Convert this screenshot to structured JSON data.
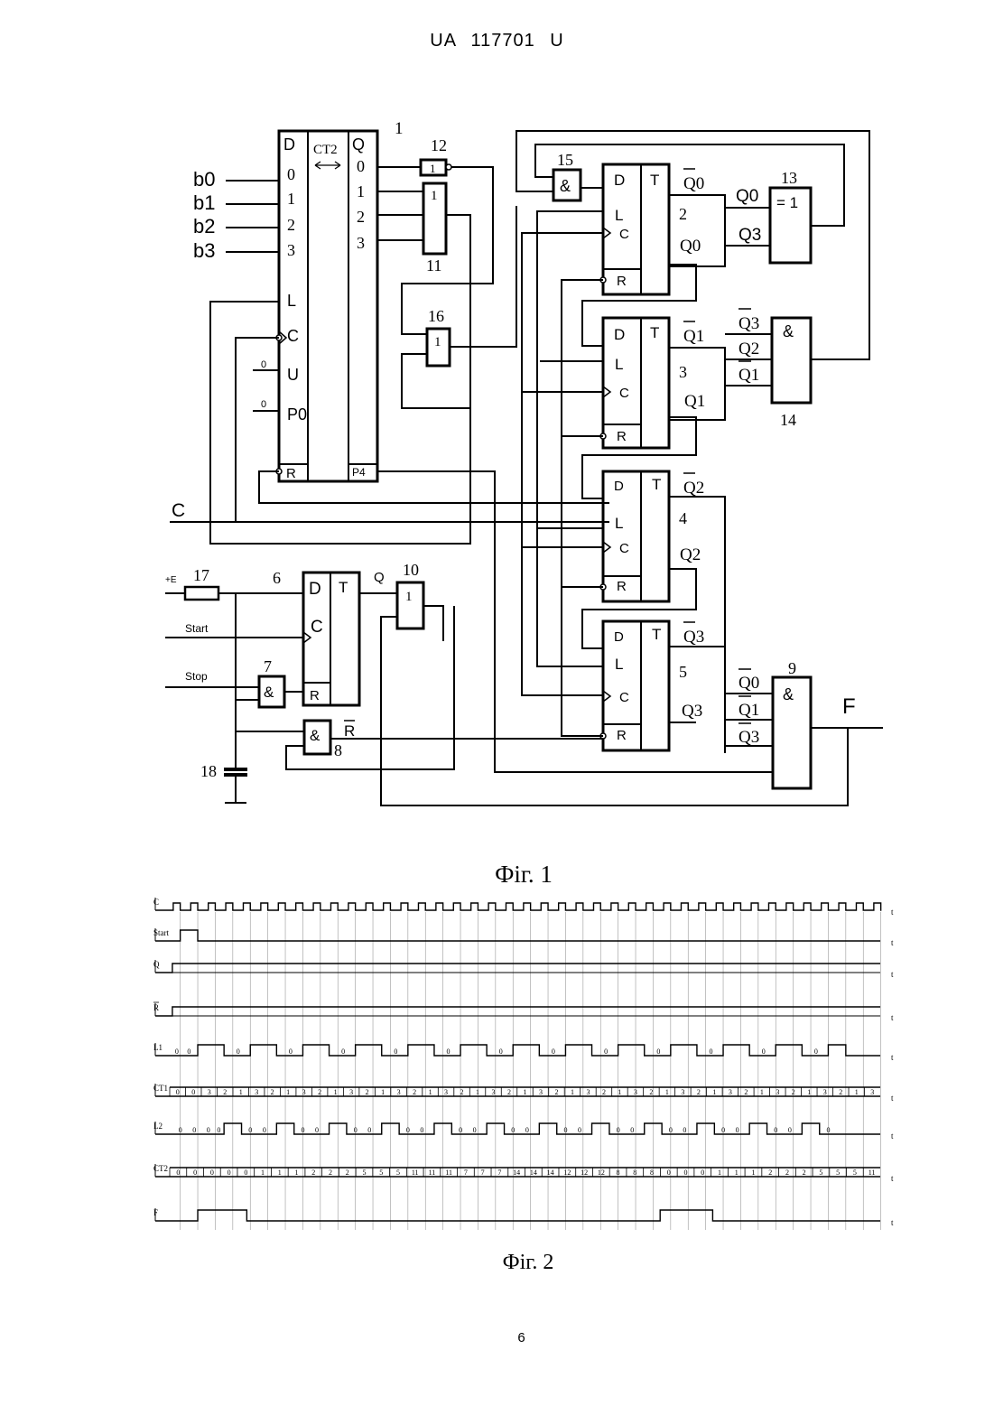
{
  "header": {
    "doc_number": "UA   117701   U"
  },
  "figure1": {
    "caption": "Фіг. 1",
    "blocks": {
      "b1": {
        "num": "1",
        "title": "CT2",
        "col_d": "D",
        "col_q": "Q",
        "in_pins": [
          "0",
          "1",
          "2",
          "3",
          "L",
          "C",
          "U",
          "P0",
          "R"
        ],
        "out_pins": [
          "0",
          "1",
          "2",
          "3",
          "P4"
        ]
      },
      "b2": {
        "num": "2"
      },
      "b3": {
        "num": "3"
      },
      "b4": {
        "num": "4"
      },
      "b5": {
        "num": "5"
      },
      "b6": {
        "num": "6"
      },
      "b7": {
        "num": "7"
      },
      "b8": {
        "num": "8"
      },
      "b9": {
        "num": "9"
      },
      "b10": {
        "num": "10"
      },
      "b11": {
        "num": "11"
      },
      "b12": {
        "num": "12"
      },
      "b13": {
        "num": "13"
      },
      "b14": {
        "num": "14"
      },
      "b15": {
        "num": "15"
      },
      "b16": {
        "num": "16"
      },
      "b17": {
        "num": "17"
      },
      "b18": {
        "num": "18"
      }
    },
    "gates": {
      "or": "1",
      "and": "&",
      "xor": "= 1"
    },
    "trigger_pins": {
      "d": "D",
      "t": "T",
      "l": "L",
      "c": "C",
      "r": "R"
    },
    "inputs": {
      "b0": "b0",
      "b1": "b1",
      "b2": "b2",
      "b3": "b3",
      "c": "C",
      "start": "Start",
      "stop": "Stop",
      "supply": "+E",
      "zero": "0"
    },
    "outputs": {
      "f": "F",
      "q": "Q",
      "rbar": "R"
    },
    "q_labels": {
      "q0n": "Q0",
      "q0": "Q0",
      "q1n": "Q1",
      "q1": "Q1",
      "q2n": "Q2",
      "q2": "Q2",
      "q3n": "Q3",
      "q3": "Q3"
    },
    "gate13_inputs": [
      "Q0",
      "Q3"
    ],
    "gate14_inputs": [
      "Q3",
      "Q2",
      "Q1"
    ],
    "gate9_inputs": [
      "Q0",
      "Q1",
      "Q3"
    ]
  },
  "figure2": {
    "caption": "Фіг. 2",
    "time_label": "t",
    "signals": [
      {
        "name": "C",
        "type": "clock"
      },
      {
        "name": "Start",
        "type": "pulse",
        "high": [
          [
            0.6,
            1.6
          ]
        ]
      },
      {
        "name": "Q",
        "type": "step",
        "rise": 0.15
      },
      {
        "name": "R",
        "type": "step",
        "rise": 0.15,
        "overbar": true
      },
      {
        "name": "L1",
        "type": "pulse",
        "high": [
          [
            1.6,
            3.1
          ],
          [
            4.6,
            6.1
          ],
          [
            7.6,
            9.1
          ],
          [
            10.6,
            12.1
          ],
          [
            13.6,
            15.1
          ],
          [
            16.6,
            18.1
          ],
          [
            19.6,
            21.1
          ],
          [
            22.6,
            24.1
          ],
          [
            25.6,
            27.1
          ],
          [
            28.6,
            30.1
          ],
          [
            31.6,
            33.1
          ],
          [
            34.6,
            36.1
          ],
          [
            37.6,
            38.6
          ]
        ],
        "labels": [
          {
            "x": 0.3,
            "t": "0"
          },
          {
            "x": 1.0,
            "t": "0"
          },
          {
            "x": 3.8,
            "t": "0"
          },
          {
            "x": 6.8,
            "t": "0"
          },
          {
            "x": 9.8,
            "t": "0"
          },
          {
            "x": 12.8,
            "t": "0"
          },
          {
            "x": 15.8,
            "t": "0"
          },
          {
            "x": 18.8,
            "t": "0"
          },
          {
            "x": 21.8,
            "t": "0"
          },
          {
            "x": 24.8,
            "t": "0"
          },
          {
            "x": 27.8,
            "t": "0"
          },
          {
            "x": 30.8,
            "t": "0"
          },
          {
            "x": 33.8,
            "t": "0"
          },
          {
            "x": 36.8,
            "t": "0"
          }
        ]
      },
      {
        "name": "CT1",
        "type": "bus",
        "values": [
          "0",
          "0",
          "3",
          "2",
          "1",
          "3",
          "2",
          "1",
          "3",
          "2",
          "1",
          "3",
          "2",
          "1",
          "3",
          "2",
          "1",
          "3",
          "2",
          "1",
          "3",
          "2",
          "1",
          "3",
          "2",
          "1",
          "3",
          "2",
          "1",
          "3",
          "2",
          "1",
          "3",
          "2",
          "1",
          "3",
          "2",
          "1",
          "3",
          "2",
          "1",
          "3",
          "2",
          "1",
          "3"
        ]
      },
      {
        "name": "L2",
        "type": "pulse",
        "high": [
          [
            3.1,
            4.1
          ],
          [
            6.1,
            7.1
          ],
          [
            9.1,
            10.1
          ],
          [
            12.1,
            13.1
          ],
          [
            15.1,
            16.1
          ],
          [
            18.1,
            19.1
          ],
          [
            21.1,
            22.1
          ],
          [
            24.1,
            25.1
          ],
          [
            27.1,
            28.1
          ],
          [
            30.1,
            31.1
          ],
          [
            33.1,
            34.1
          ],
          [
            36.1,
            37.1
          ]
        ],
        "labels": [
          {
            "x": 0.5,
            "t": "0"
          },
          {
            "x": 1.3,
            "t": "0"
          },
          {
            "x": 2.1,
            "t": "0"
          },
          {
            "x": 2.7,
            "t": "0"
          },
          {
            "x": 4.5,
            "t": "0"
          },
          {
            "x": 5.3,
            "t": "0"
          },
          {
            "x": 7.5,
            "t": "0"
          },
          {
            "x": 8.3,
            "t": "0"
          },
          {
            "x": 10.5,
            "t": "0"
          },
          {
            "x": 11.3,
            "t": "0"
          },
          {
            "x": 13.5,
            "t": "0"
          },
          {
            "x": 14.3,
            "t": "0"
          },
          {
            "x": 16.5,
            "t": "0"
          },
          {
            "x": 17.3,
            "t": "0"
          },
          {
            "x": 19.5,
            "t": "0"
          },
          {
            "x": 20.3,
            "t": "0"
          },
          {
            "x": 22.5,
            "t": "0"
          },
          {
            "x": 23.3,
            "t": "0"
          },
          {
            "x": 25.5,
            "t": "0"
          },
          {
            "x": 26.3,
            "t": "0"
          },
          {
            "x": 28.5,
            "t": "0"
          },
          {
            "x": 29.3,
            "t": "0"
          },
          {
            "x": 31.5,
            "t": "0"
          },
          {
            "x": 32.3,
            "t": "0"
          },
          {
            "x": 34.5,
            "t": "0"
          },
          {
            "x": 35.3,
            "t": "0"
          },
          {
            "x": 37.5,
            "t": "0"
          }
        ]
      },
      {
        "name": "CT2",
        "type": "bus",
        "values": [
          "0",
          "0",
          "0",
          "0",
          "0",
          "1",
          "1",
          "1",
          "2",
          "2",
          "2",
          "5",
          "5",
          "5",
          "11",
          "11",
          "11",
          "7",
          "7",
          "7",
          "14",
          "14",
          "14",
          "12",
          "12",
          "12",
          "8",
          "8",
          "8",
          "0",
          "0",
          "0",
          "1",
          "1",
          "1",
          "2",
          "2",
          "2",
          "5",
          "5",
          "5",
          "11"
        ]
      },
      {
        "name": "F",
        "type": "pulse",
        "high": [
          [
            1.6,
            4.4
          ],
          [
            28.0,
            31.0
          ]
        ]
      }
    ]
  }
}
